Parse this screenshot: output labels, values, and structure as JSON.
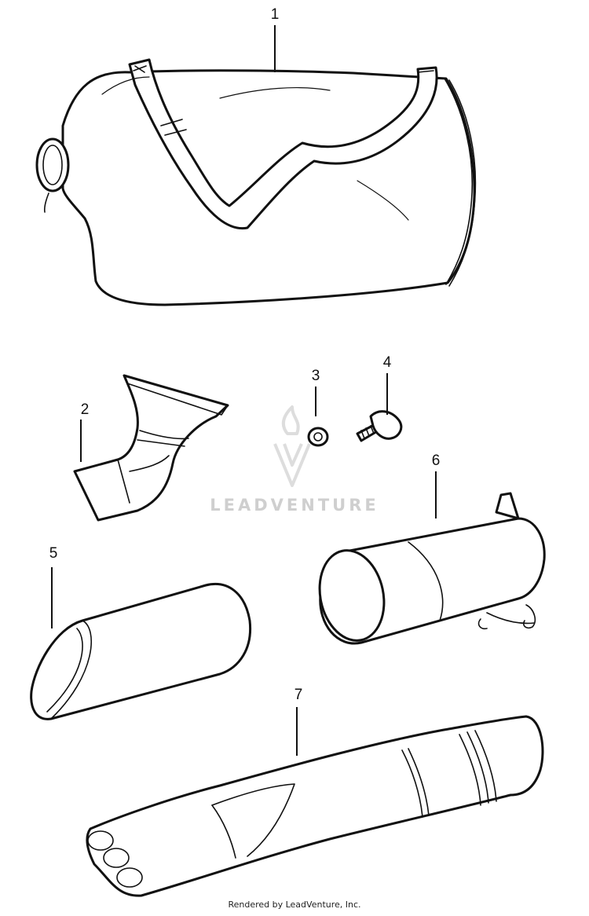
{
  "callouts": {
    "p1": "1",
    "p2": "2",
    "p3": "3",
    "p4": "4",
    "p5": "5",
    "p6": "6",
    "p7": "7"
  },
  "watermark": {
    "brand": "LEADVENTURE"
  },
  "footer": {
    "text": "Rendered by LeadVenture, Inc."
  }
}
